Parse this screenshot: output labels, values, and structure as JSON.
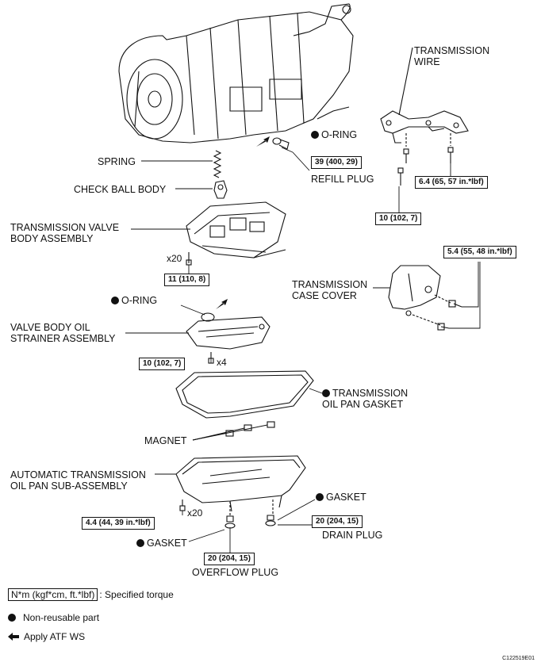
{
  "labels": {
    "transmission_wire": "TRANSMISSION\nWIRE",
    "o_ring_top": "O-RING",
    "spring": "SPRING",
    "check_ball_body": "CHECK BALL BODY",
    "refill_plug": "REFILL PLUG",
    "valve_body_assembly": "TRANSMISSION VALVE\nBODY ASSEMBLY",
    "case_cover": "TRANSMISSION\nCASE COVER",
    "o_ring_mid": "O-RING",
    "strainer": "VALVE BODY OIL\nSTRAINER ASSEMBLY",
    "pan_gasket": "TRANSMISSION\nOIL PAN GASKET",
    "magnet": "MAGNET",
    "oil_pan": "AUTOMATIC TRANSMISSION\nOIL PAN SUB-ASSEMBLY",
    "gasket_right": "GASKET",
    "drain_plug": "DRAIN PLUG",
    "gasket_left": "GASKET",
    "overflow_plug": "OVERFLOW PLUG"
  },
  "torques": {
    "refill_plug": "39 (400, 29)",
    "wire_bolt_right": "6.4 (65, 57 in.*lbf)",
    "wire_bolt_left": "10 (102, 7)",
    "valve_body": "11 (110, 8)",
    "case_cover": "5.4 (55, 48 in.*lbf)",
    "strainer": "10 (102, 7)",
    "oil_pan": "4.4 (44, 39 in.*lbf)",
    "drain_plug": "20 (204, 15)",
    "overflow_plug": "20 (204, 15)"
  },
  "multipliers": {
    "valve_body_bolts": "x20",
    "strainer_bolts": "x4",
    "oil_pan_bolts": "x20"
  },
  "legend": {
    "torque_unit": "N*m (kgf*cm, ft.*lbf)",
    "torque_desc": ": Specified torque",
    "non_reusable": "Non-reusable part",
    "apply_atf": "Apply ATF WS"
  },
  "figure_ref": "C122519E01",
  "icons": {
    "non_reusable": "filled-circle-icon",
    "apply": "left-arrow-icon"
  }
}
